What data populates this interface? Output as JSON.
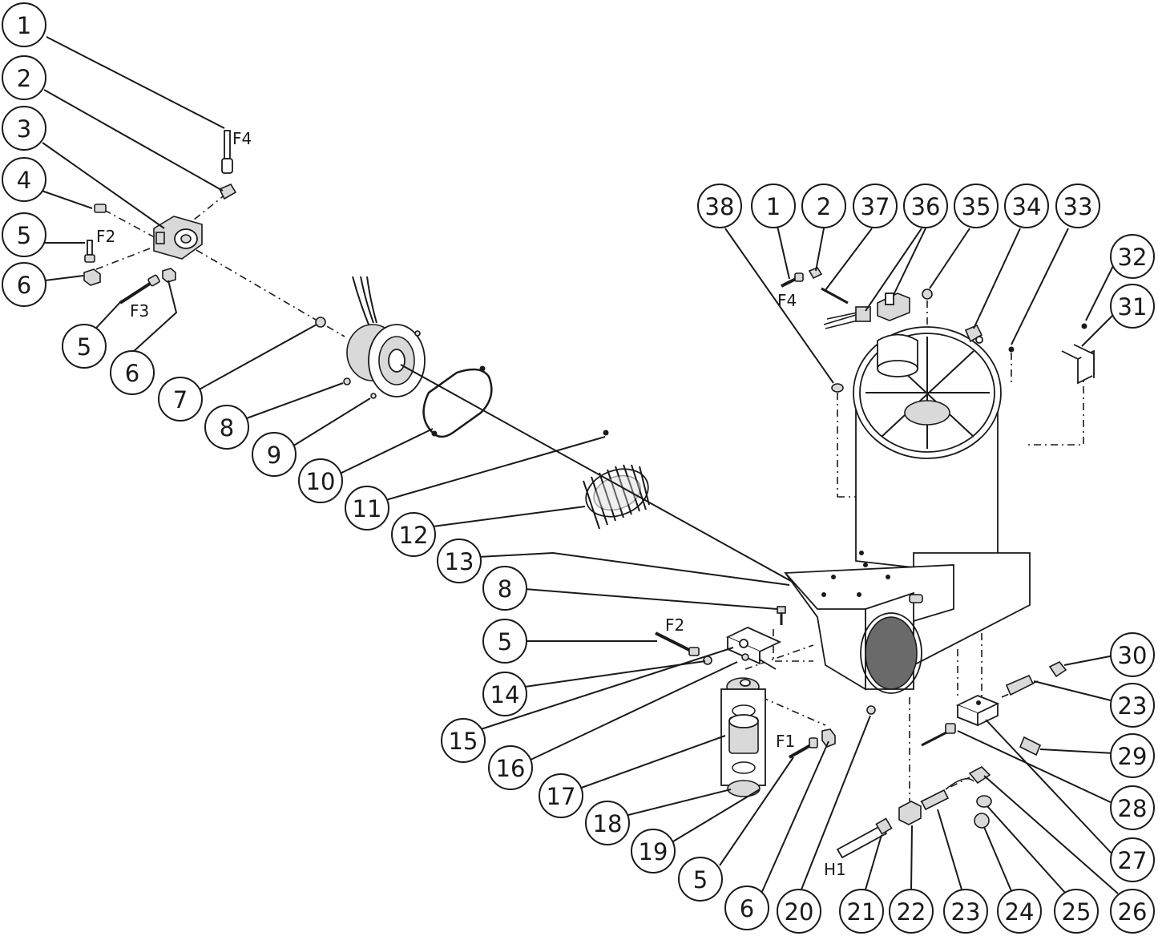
{
  "callouts": [
    {
      "id": "c1a",
      "label": "1"
    },
    {
      "id": "c2a",
      "label": "2"
    },
    {
      "id": "c3",
      "label": "3"
    },
    {
      "id": "c4",
      "label": "4"
    },
    {
      "id": "c5a",
      "label": "5"
    },
    {
      "id": "c6a",
      "label": "6"
    },
    {
      "id": "c5b",
      "label": "5"
    },
    {
      "id": "c6b",
      "label": "6"
    },
    {
      "id": "c7",
      "label": "7"
    },
    {
      "id": "c8a",
      "label": "8"
    },
    {
      "id": "c9",
      "label": "9"
    },
    {
      "id": "c10",
      "label": "10"
    },
    {
      "id": "c11",
      "label": "11"
    },
    {
      "id": "c12",
      "label": "12"
    },
    {
      "id": "c13",
      "label": "13"
    },
    {
      "id": "c8b",
      "label": "8"
    },
    {
      "id": "c5c",
      "label": "5"
    },
    {
      "id": "c14",
      "label": "14"
    },
    {
      "id": "c15",
      "label": "15"
    },
    {
      "id": "c16",
      "label": "16"
    },
    {
      "id": "c17",
      "label": "17"
    },
    {
      "id": "c18",
      "label": "18"
    },
    {
      "id": "c19",
      "label": "19"
    },
    {
      "id": "c5d",
      "label": "5"
    },
    {
      "id": "c6c",
      "label": "6"
    },
    {
      "id": "c20",
      "label": "20"
    },
    {
      "id": "c21",
      "label": "21"
    },
    {
      "id": "c22",
      "label": "22"
    },
    {
      "id": "c23a",
      "label": "23"
    },
    {
      "id": "c24",
      "label": "24"
    },
    {
      "id": "c25",
      "label": "25"
    },
    {
      "id": "c26",
      "label": "26"
    },
    {
      "id": "c27",
      "label": "27"
    },
    {
      "id": "c28",
      "label": "28"
    },
    {
      "id": "c29",
      "label": "29"
    },
    {
      "id": "c23b",
      "label": "23"
    },
    {
      "id": "c30",
      "label": "30"
    },
    {
      "id": "c38",
      "label": "38"
    },
    {
      "id": "c1b",
      "label": "1"
    },
    {
      "id": "c2b",
      "label": "2"
    },
    {
      "id": "c37",
      "label": "37"
    },
    {
      "id": "c36",
      "label": "36"
    },
    {
      "id": "c35",
      "label": "35"
    },
    {
      "id": "c34",
      "label": "34"
    },
    {
      "id": "c33",
      "label": "33"
    },
    {
      "id": "c32",
      "label": "32"
    },
    {
      "id": "c31",
      "label": "31"
    }
  ],
  "fastener_labels": {
    "f4_top": "F4",
    "f2_top": "F2",
    "f3": "F3",
    "f2_mid": "F2",
    "f1": "F1",
    "f4_right": "F4",
    "h1": "H1"
  }
}
